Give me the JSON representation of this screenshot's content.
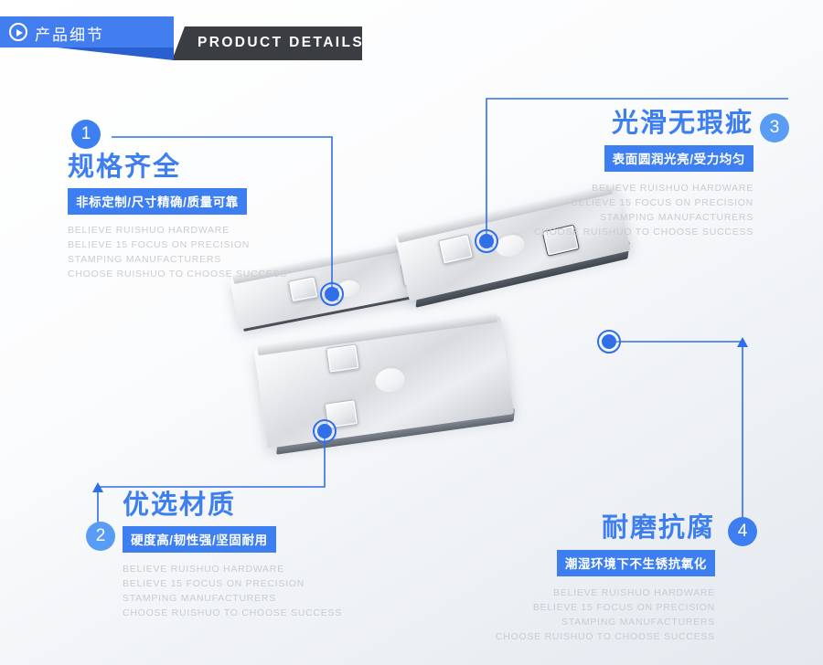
{
  "header": {
    "tab_label": "产品细节",
    "tab_icon": "play-circle-icon",
    "banner_label": "PRODUCT DETAILS",
    "accent_color": "#437ef0",
    "banner_color": "#3a3d42"
  },
  "english_lines": [
    "BELIEVE RUISHUO HARDWARE",
    "BELIEVE 15 FOCUS ON PRECISION",
    "STAMPING MANUFACTURERS",
    "CHOOSE RUISHUO TO CHOOSE SUCCESS"
  ],
  "features": [
    {
      "number": "1",
      "title": "规格齐全",
      "chip": "非标定制/尺寸精确/质量可靠",
      "badge_color": "#3d7ef0"
    },
    {
      "number": "2",
      "title": "优选材质",
      "chip": "硬度高/韧性强/坚固耐用",
      "badge_color": "#589cf5"
    },
    {
      "number": "3",
      "title": "光滑无瑕疵",
      "chip": "表面圆润光亮/受力均匀",
      "badge_color": "#589cf5"
    },
    {
      "number": "4",
      "title": "耐磨抗腐",
      "chip": "潮湿环境下不生锈抗氧化",
      "badge_color": "#3d7ef0"
    }
  ],
  "colors": {
    "title_blue": "#3d7ef0",
    "chip_blue": "#3d7ef0",
    "connector_blue": "#2f6fe8",
    "english_grey": "#c9ccd2"
  },
  "product": {
    "name": "stamped-metal-bracket",
    "count": 3
  }
}
